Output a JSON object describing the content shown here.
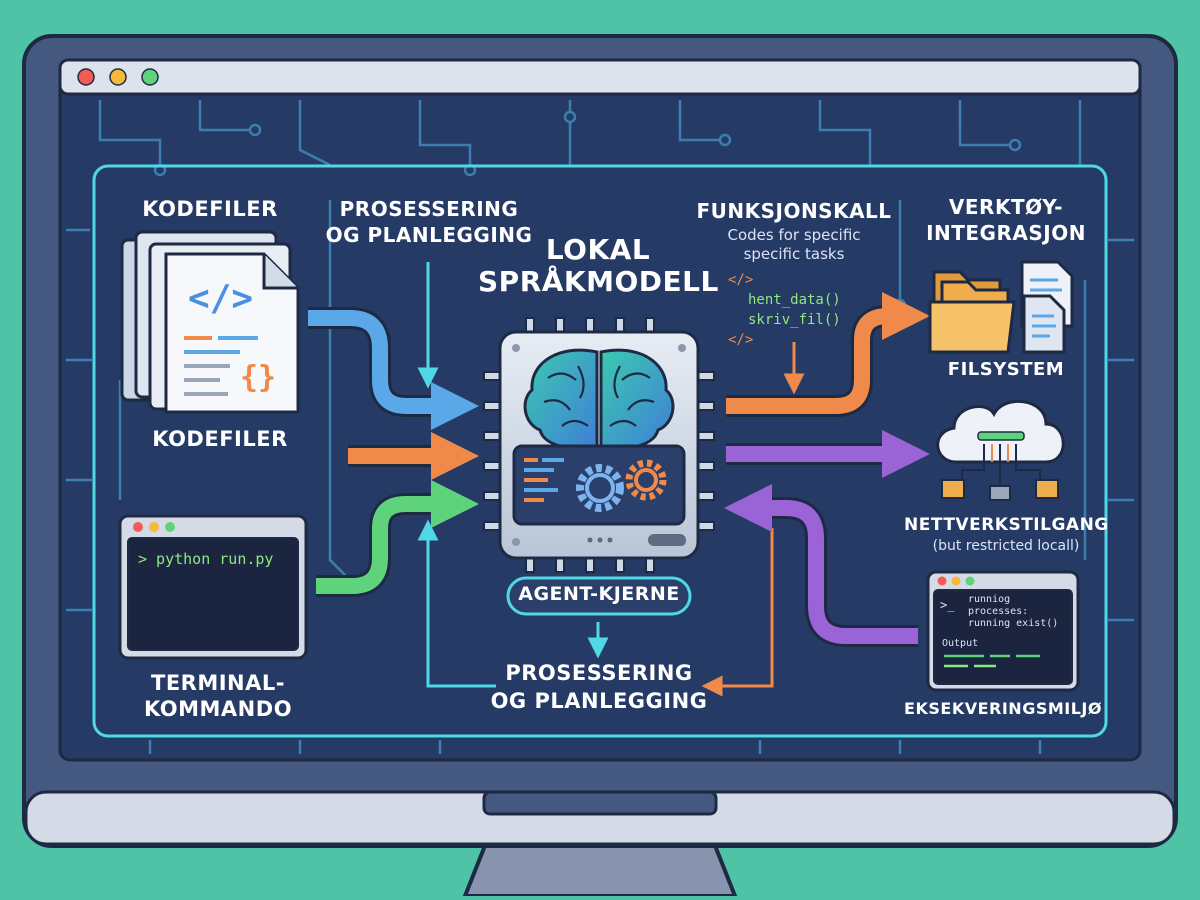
{
  "colors": {
    "background": "#4fc3a6",
    "monitor_frame": "#45587f",
    "screen": "#263a66",
    "circuit": "#3f87b8",
    "accent_cyan": "#4fd8e6",
    "arrow_blue": "#5ba8e8",
    "arrow_orange": "#f08a4b",
    "arrow_green": "#5fd37c",
    "arrow_purple": "#9a63d6",
    "code_green": "#8ee87f"
  },
  "window_controls": [
    "close",
    "minimize",
    "maximize"
  ],
  "inputs": {
    "code_files": {
      "title": "KODEFILER",
      "caption": "KODEFILER",
      "code_symbol": "</>",
      "brace_symbol": "{}"
    },
    "terminal": {
      "command": "> python run.py",
      "caption_line1": "TERMINAL-",
      "caption_line2": "KOMMANDO"
    }
  },
  "processing_top": {
    "line1": "PROSESSERING",
    "line2": "OG PLANLEGGING"
  },
  "core": {
    "title_line1": "LOKAL",
    "title_line2": "SPRÅKMODELL",
    "label": "AGENT-KJERNE"
  },
  "processing_bottom": {
    "line1": "PROSESSERING",
    "line2": "OG PLANLEGGING"
  },
  "function_calls": {
    "title": "FUNKSJONSKALL",
    "subtitle_line1": "Codes for specific",
    "subtitle_line2": "specific tasks",
    "code_open": "</>",
    "call1": "hent_data()",
    "call2": "skriv_fil()",
    "code_close": "</>"
  },
  "tools": {
    "title_line1": "VERKTØY-",
    "title_line2": "INTEGRASJON",
    "filesystem": "FILSYSTEM",
    "network": "NETTVERKSTILGANG",
    "network_note": "(but restricted locall)",
    "execution": {
      "caption": "EKSEKVERINGSMILJØ",
      "prompt": ">_",
      "line1": "runniog",
      "line2": "processes:",
      "line3": "running exist()",
      "output": "Output"
    }
  }
}
